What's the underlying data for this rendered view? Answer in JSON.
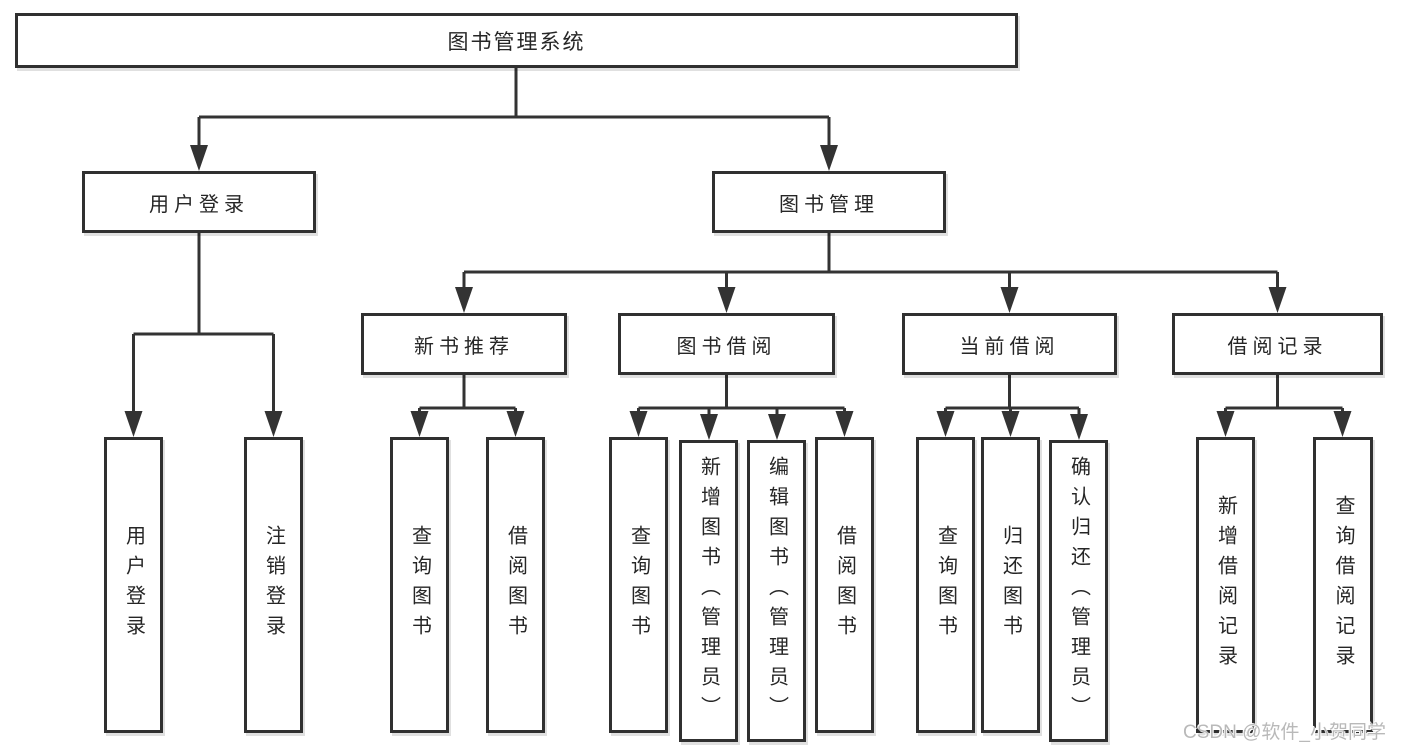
{
  "page": {
    "background": "#ffffff",
    "line_color": "#333333",
    "box_border_color": "#303030",
    "text_color": "#262626",
    "watermark_color": "#b9b9b9"
  },
  "diagram": {
    "root": {
      "label": "图书管理系统"
    },
    "level1": [
      {
        "label": "用户登录"
      },
      {
        "label": "图书管理"
      }
    ],
    "level2": [
      {
        "label": "新书推荐"
      },
      {
        "label": "图书借阅"
      },
      {
        "label": "当前借阅"
      },
      {
        "label": "借阅记录"
      }
    ],
    "leaves": {
      "user_login": [
        "用户登录",
        "注销登录"
      ],
      "new_books": [
        "查询图书",
        "借阅图书"
      ],
      "book_borrowing": [
        "查询图书",
        "新增图书（管理员）",
        "编辑图书（管理员）",
        "借阅图书"
      ],
      "current_borrowing": [
        "查询图书",
        "归还图书",
        "确认归还（管理员）"
      ],
      "borrow_records": [
        "新增借阅记录",
        "查询借阅记录"
      ]
    },
    "watermark": "CSDN @软件_小贺同学"
  }
}
